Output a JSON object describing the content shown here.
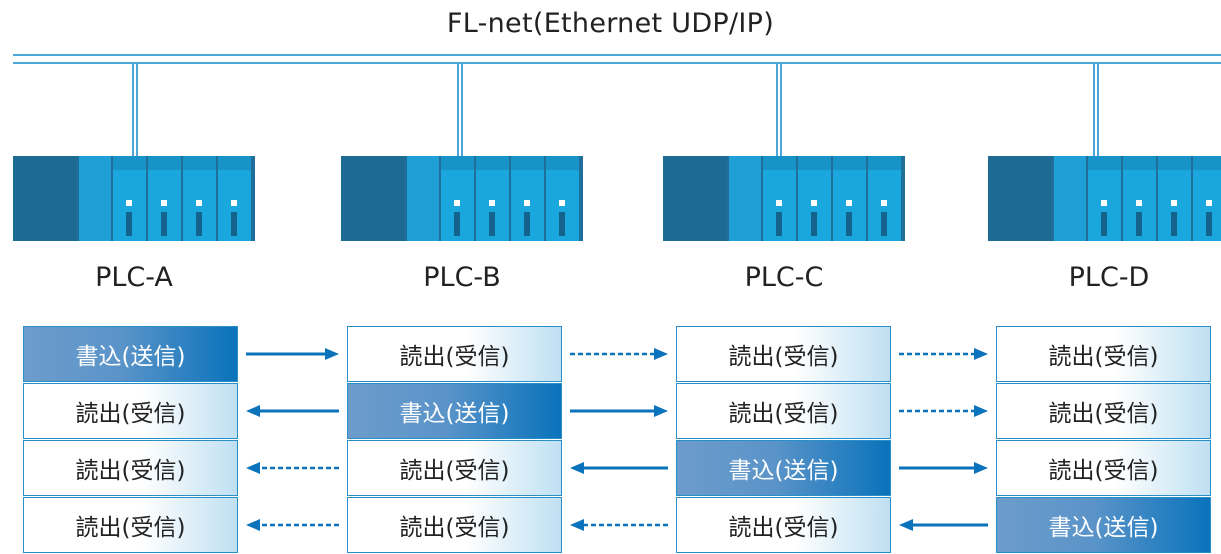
{
  "title": "FL-net(Ethernet UDP/IP)",
  "colors": {
    "line": "#4da6d8",
    "arrow": "#0a73bb",
    "write_cell": "#5b94c9"
  },
  "plcs": [
    {
      "label": "PLC-A",
      "cells": [
        "書込(送信)",
        "読出(受信)",
        "読出(受信)",
        "読出(受信)"
      ]
    },
    {
      "label": "PLC-B",
      "cells": [
        "読出(受信)",
        "書込(送信)",
        "読出(受信)",
        "読出(受信)"
      ]
    },
    {
      "label": "PLC-C",
      "cells": [
        "読出(受信)",
        "読出(受信)",
        "書込(送信)",
        "読出(受信)"
      ]
    },
    {
      "label": "PLC-D",
      "cells": [
        "読出(受信)",
        "読出(受信)",
        "読出(受信)",
        "書込(送信)"
      ]
    }
  ],
  "arrows": [
    {
      "row": 0,
      "from": 0,
      "to": 1,
      "style": "solid"
    },
    {
      "row": 0,
      "from": 1,
      "to": 2,
      "style": "dashed"
    },
    {
      "row": 0,
      "from": 2,
      "to": 3,
      "style": "dashed"
    },
    {
      "row": 1,
      "from": 1,
      "to": 0,
      "style": "solid"
    },
    {
      "row": 1,
      "from": 1,
      "to": 2,
      "style": "solid"
    },
    {
      "row": 1,
      "from": 2,
      "to": 3,
      "style": "dashed"
    },
    {
      "row": 2,
      "from": 1,
      "to": 0,
      "style": "dashed"
    },
    {
      "row": 2,
      "from": 2,
      "to": 1,
      "style": "solid"
    },
    {
      "row": 2,
      "from": 2,
      "to": 3,
      "style": "solid"
    },
    {
      "row": 3,
      "from": 1,
      "to": 0,
      "style": "dashed"
    },
    {
      "row": 3,
      "from": 2,
      "to": 1,
      "style": "dashed"
    },
    {
      "row": 3,
      "from": 3,
      "to": 2,
      "style": "solid"
    }
  ]
}
